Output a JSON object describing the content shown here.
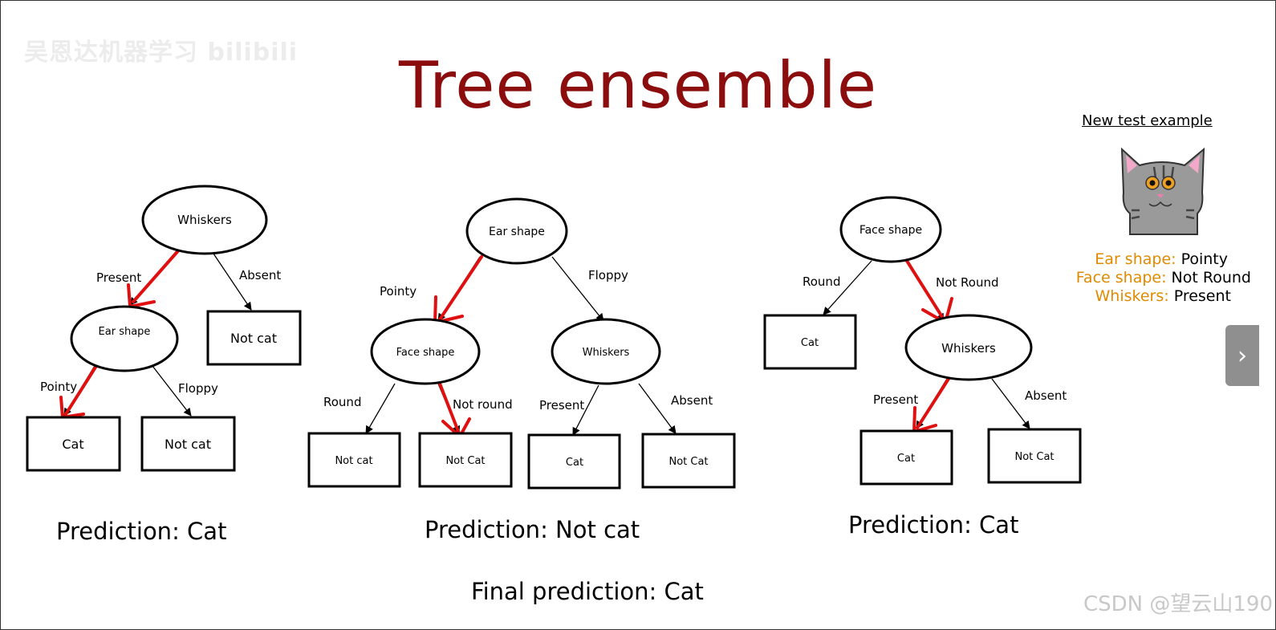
{
  "watermark_top": "吴恩达机器学习 bilibili",
  "title": "Tree ensemble",
  "trees": [
    {
      "root": "Whiskers",
      "root_edges": [
        "Present",
        "Absent"
      ],
      "mid_node": "Ear shape",
      "leaf_right": "Not cat",
      "mid_edges": [
        "Pointy",
        "Floppy"
      ],
      "leaves": [
        "Cat",
        "Not cat"
      ],
      "prediction": "Prediction: Cat"
    },
    {
      "root": "Ear shape",
      "root_edges": [
        "Pointy",
        "Floppy"
      ],
      "left_node": "Face shape",
      "right_node": "Whiskers",
      "left_edges": [
        "Round",
        "Not round"
      ],
      "right_edges": [
        "Present",
        "Absent"
      ],
      "leaves": [
        "Not cat",
        "Not Cat",
        "Cat",
        "Not Cat"
      ],
      "prediction": "Prediction: Not cat"
    },
    {
      "root": "Face shape",
      "root_edges": [
        "Round",
        "Not Round"
      ],
      "leaf_left": "Cat",
      "mid_node": "Whiskers",
      "mid_edges": [
        "Present",
        "Absent"
      ],
      "leaves": [
        "Cat",
        "Not Cat"
      ],
      "prediction": "Prediction: Cat"
    }
  ],
  "final_prediction": "Final prediction: Cat",
  "test_example": {
    "title": "New test example",
    "features": [
      {
        "key": "Ear shape:",
        "value": "Pointy"
      },
      {
        "key": "Face shape:",
        "value": "Not Round"
      },
      {
        "key": "Whiskers:",
        "value": "Present"
      }
    ]
  },
  "colors": {
    "title": "#8b0d0d",
    "path": "#e01010",
    "feature_key": "#e08a00"
  },
  "csdn_watermark": "CSDN @望云山190",
  "nav_icon": "chevron-right-icon",
  "nav_glyph": "›"
}
